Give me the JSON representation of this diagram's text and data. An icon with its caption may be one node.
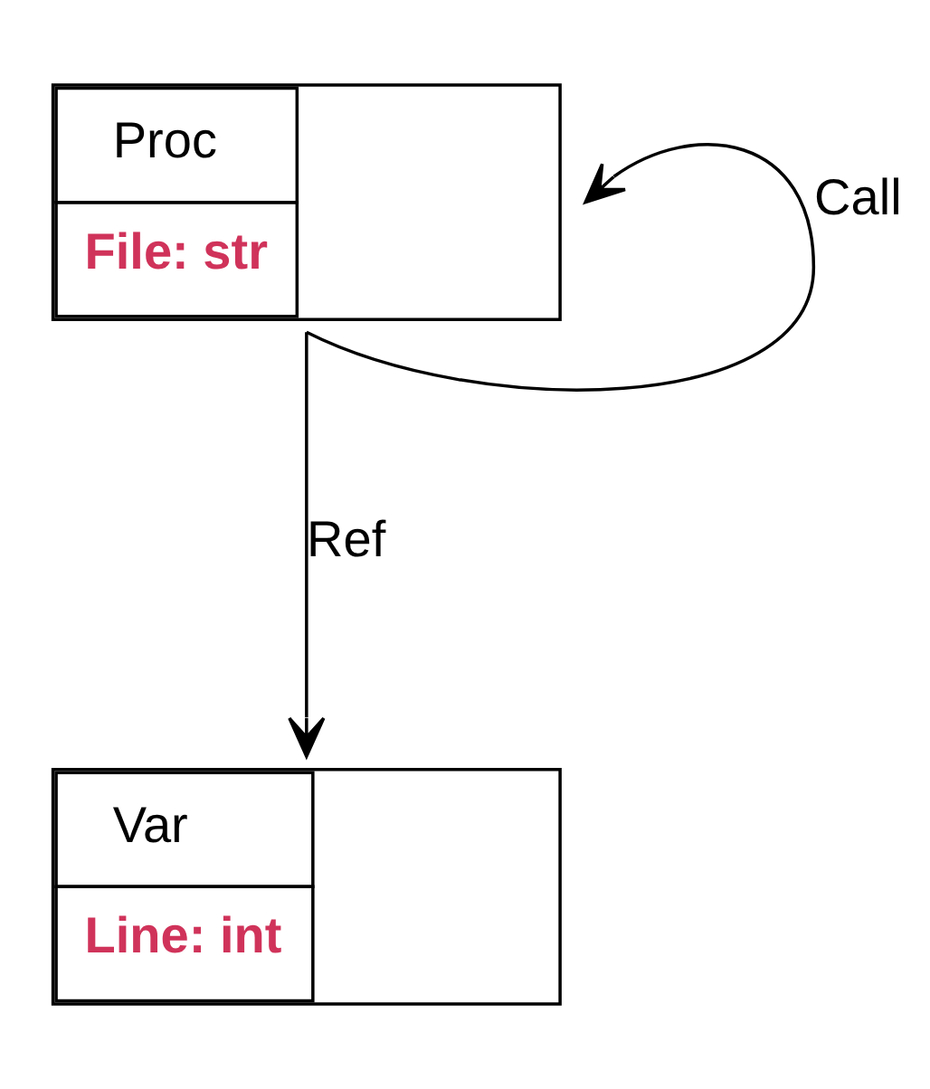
{
  "diagram": {
    "nodes": [
      {
        "text": [
          "Proc",
          "File: str"
        ]
      },
      {
        "text": [
          "Var",
          "Line: int"
        ]
      }
    ],
    "edges": [
      {
        "from": 0,
        "to": 1,
        "arrow": "to",
        "label": "Ref"
      },
      {
        "from": 0,
        "to": 0,
        "arrow": "to",
        "label": "Call"
      }
    ]
  }
}
